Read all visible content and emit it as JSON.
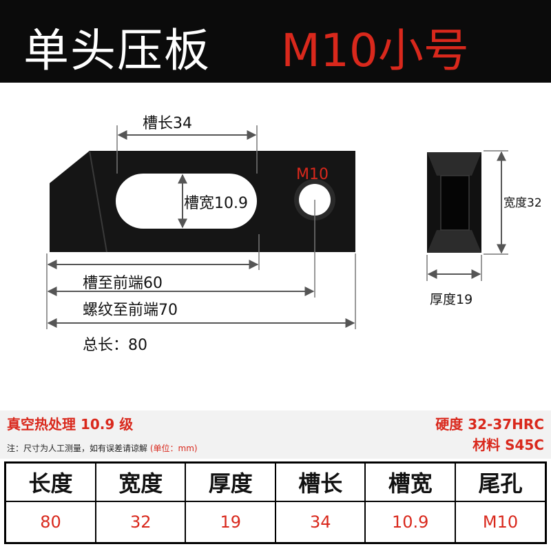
{
  "header": {
    "title": "单头压板",
    "model": "M10小号"
  },
  "drawing": {
    "slot_length_label": "槽长34",
    "slot_width_label": "槽宽10.9",
    "thread_label": "M10",
    "slot_to_front_label": "槽至前端60",
    "thread_to_front_label": "螺纹至前端70",
    "total_length_label": "总长：80",
    "width_label": "宽度32",
    "thickness_label": "厚度19"
  },
  "info": {
    "process": "真空热处理 10.9 级",
    "note": "注：尺寸为人工测量，如有误差请谅解",
    "note_unit": "(单位：mm)",
    "hardness": "硬度 32-37HRC",
    "material": "材料 S45C"
  },
  "table": {
    "headers": [
      "长度",
      "宽度",
      "厚度",
      "槽长",
      "槽宽",
      "尾孔"
    ],
    "values": [
      "80",
      "32",
      "19",
      "34",
      "10.9",
      "M10"
    ]
  },
  "colors": {
    "accent": "#d9281c",
    "header_bg": "#0b0b0b",
    "part": "#151515"
  }
}
